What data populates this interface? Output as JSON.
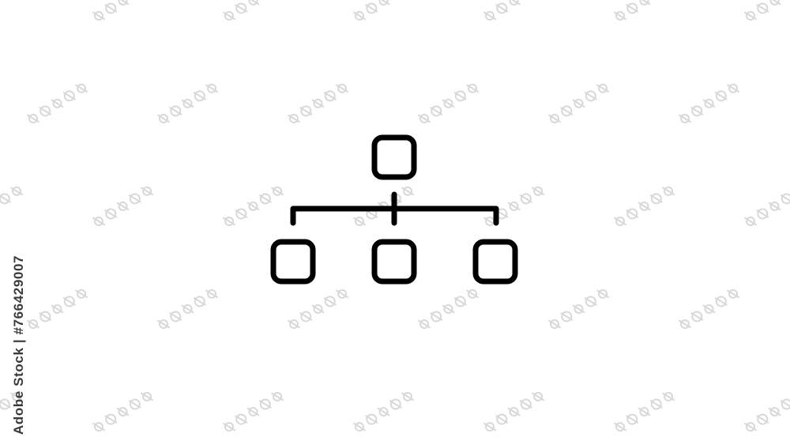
{
  "image": {
    "background_color": "#ffffff",
    "icon": {
      "name": "hierarchy-icon",
      "stroke_color": "#000000",
      "nodes": [
        "top",
        "bottom-left",
        "bottom-center",
        "bottom-right"
      ]
    },
    "side_caption": "Adobe Stock | #766429007",
    "watermark_mark_color": "#d8d8d8"
  }
}
